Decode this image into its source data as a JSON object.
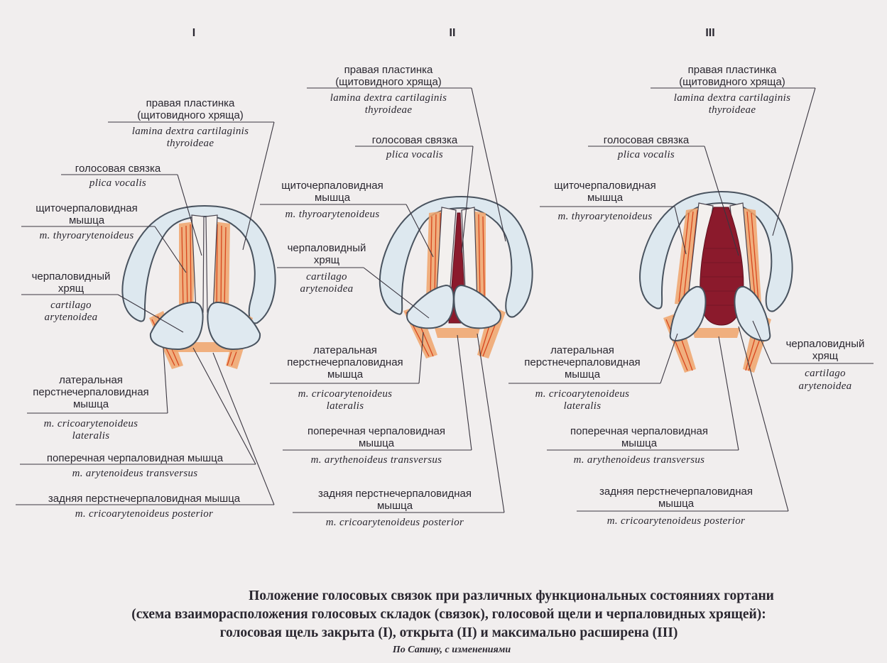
{
  "headers": {
    "i": "I",
    "ii": "II",
    "iii": "III"
  },
  "panel1": {
    "lamina_ru_1": "правая пластинка",
    "lamina_ru_2": "(щитовидного хряща)",
    "lamina_la_1": "lamina dextra cartilaginis",
    "lamina_la_2": "thyroideae",
    "vocal_ru": "голосовая связка",
    "vocal_la": "plica vocalis",
    "thyro_ru_1": "щиточерпаловидная",
    "thyro_ru_2": "мышца",
    "thyro_la": "m. thyroarytenoideus",
    "aryt_ru_1": "черпаловидный",
    "aryt_ru_2": "хрящ",
    "aryt_la_1": "cartilago",
    "aryt_la_2": "arytenoidea",
    "lat_ru_1": "латеральная",
    "lat_ru_2": "перстнечерпаловидная",
    "lat_ru_3": "мышца",
    "lat_la_1": "m. cricoarytenoideus",
    "lat_la_2": "lateralis",
    "trans_ru": "поперечная черпаловидная мышца",
    "trans_la": "m. arytenoideus transversus",
    "post_ru": "задняя перстнечерпаловидная мышца",
    "post_la": "m. cricoarytenoideus posterior"
  },
  "panel2": {
    "lamina_ru_1": "правая пластинка",
    "lamina_ru_2": "(щитовидного хряща)",
    "lamina_la_1": "lamina dextra cartilaginis",
    "lamina_la_2": "thyroideae",
    "vocal_ru": "голосовая связка",
    "vocal_la": "plica vocalis",
    "thyro_ru_1": "щиточерпаловидная",
    "thyro_ru_2": "мышца",
    "thyro_la": "m. thyroarytenoideus",
    "aryt_ru_1": "черпаловидный",
    "aryt_ru_2": "хрящ",
    "aryt_la_1": "cartilago",
    "aryt_la_2": "arytenoidea",
    "lat_ru_1": "латеральная",
    "lat_ru_2": "перстнечерпаловидная",
    "lat_ru_3": "мышца",
    "lat_la_1": "m. cricoarytenoideus",
    "lat_la_2": "lateralis",
    "trans_ru_1": "поперечная черпаловидная",
    "trans_ru_2": "мышца",
    "trans_la": "m. arythenoideus transversus",
    "post_ru_1": "задняя перстнечерпаловидная",
    "post_ru_2": "мышца",
    "post_la": "m. cricoarytenoideus posterior"
  },
  "panel3": {
    "lamina_ru_1": "правая пластинка",
    "lamina_ru_2": "(щитовидного хряща)",
    "lamina_la_1": "lamina dextra cartilaginis",
    "lamina_la_2": "thyroideae",
    "vocal_ru": "голосовая связка",
    "vocal_la": "plica vocalis",
    "thyro_ru_1": "щиточерпаловидная",
    "thyro_ru_2": "мышца",
    "thyro_la": "m. thyroarytenoideus",
    "lat_ru_1": "латеральная",
    "lat_ru_2": "перстнечерпаловидная",
    "lat_ru_3": "мышца",
    "lat_la_1": "m. cricoarytenoideus",
    "lat_la_2": "lateralis",
    "trans_ru_1": "поперечная черпаловидная",
    "trans_ru_2": "мышца",
    "trans_la": "m. arythenoideus transversus",
    "post_ru_1": "задняя перстнечерпаловидная",
    "post_ru_2": "мышца",
    "post_la": "m. cricoarytenoideus posterior",
    "aryt_ru_1": "черпаловидный",
    "aryt_ru_2": "хрящ",
    "aryt_la_1": "cartilago",
    "aryt_la_2": "arytenoidea"
  },
  "caption": {
    "line1": "Положение голосовых связок при различных функциональных состояниях гортани",
    "line2": "(схема взаиморасположения голосовых складок (связок), голосовой щели и черпаловидных хрящей):",
    "line3": "голосовая щель закрыта (I), открыта (II) и максимально расширена (III)",
    "credit": "По Сапину, с изменениями"
  }
}
